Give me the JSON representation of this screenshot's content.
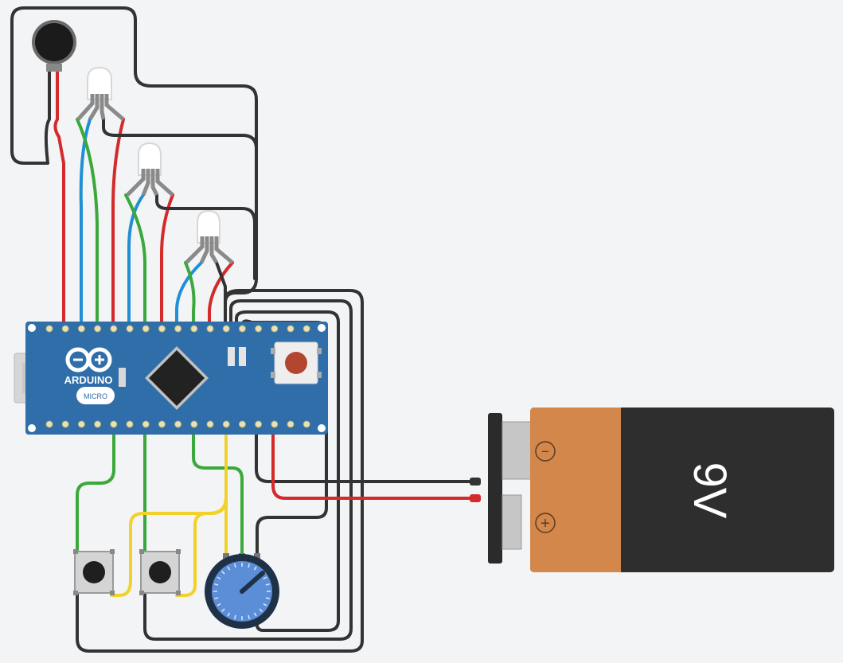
{
  "board": {
    "logo_text": "ARDUINO",
    "model_label": "MICRO",
    "pcb_color": "#2f6ea8"
  },
  "battery": {
    "voltage_label": "9V",
    "minus_symbol": "−",
    "plus_symbol": "+"
  },
  "colors": {
    "red": "#d42a2a",
    "green": "#3aa83a",
    "blue": "#1f8fd6",
    "yellow": "#f2d22a",
    "black": "#333333",
    "background": "#f3f4f6"
  },
  "components": [
    "vibration-motor",
    "rgb-led",
    "rgb-led",
    "rgb-led",
    "arduino-micro",
    "pushbutton",
    "pushbutton",
    "potentiometer",
    "9v-battery"
  ]
}
